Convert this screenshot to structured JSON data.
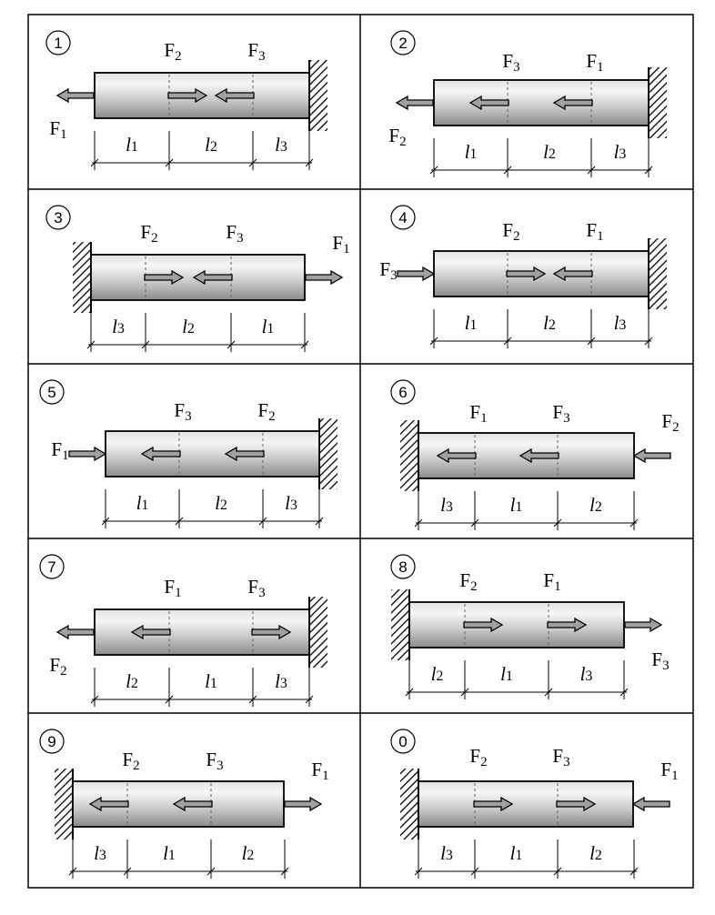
{
  "colors": {
    "line": "#000000",
    "bar_edge": "#e6e6e6",
    "bar_mid": "#f3f3f3",
    "bar_dark": "#8d8d8d",
    "arrow_fill": "#9a9a9a"
  },
  "panels": [
    {
      "number": "1",
      "wall": "right",
      "forces": [
        {
          "name": "F",
          "index": "1",
          "dir": "left",
          "kind": "external"
        },
        {
          "name": "F",
          "index": "2",
          "dir": "right",
          "kind": "internal"
        },
        {
          "name": "F",
          "index": "3",
          "dir": "left",
          "kind": "internal"
        }
      ],
      "segments": [
        {
          "name": "l",
          "index": "1"
        },
        {
          "name": "l",
          "index": "2"
        },
        {
          "name": "l",
          "index": "3"
        }
      ]
    },
    {
      "number": "2",
      "wall": "right",
      "forces": [
        {
          "name": "F",
          "index": "2",
          "dir": "left",
          "kind": "external"
        },
        {
          "name": "F",
          "index": "3",
          "dir": "left",
          "kind": "internal"
        },
        {
          "name": "F",
          "index": "1",
          "dir": "left",
          "kind": "internal"
        }
      ],
      "segments": [
        {
          "name": "l",
          "index": "1"
        },
        {
          "name": "l",
          "index": "2"
        },
        {
          "name": "l",
          "index": "3"
        }
      ]
    },
    {
      "number": "3",
      "wall": "left",
      "forces": [
        {
          "name": "F",
          "index": "2",
          "dir": "right",
          "kind": "internal"
        },
        {
          "name": "F",
          "index": "3",
          "dir": "left",
          "kind": "internal"
        },
        {
          "name": "F",
          "index": "1",
          "dir": "right",
          "kind": "external"
        }
      ],
      "segments": [
        {
          "name": "l",
          "index": "3"
        },
        {
          "name": "l",
          "index": "2"
        },
        {
          "name": "l",
          "index": "1"
        }
      ]
    },
    {
      "number": "4",
      "wall": "right",
      "forces": [
        {
          "name": "F",
          "index": "3",
          "dir": "right",
          "kind": "external"
        },
        {
          "name": "F",
          "index": "2",
          "dir": "right",
          "kind": "internal"
        },
        {
          "name": "F",
          "index": "1",
          "dir": "left",
          "kind": "internal"
        }
      ],
      "segments": [
        {
          "name": "l",
          "index": "1"
        },
        {
          "name": "l",
          "index": "2"
        },
        {
          "name": "l",
          "index": "3"
        }
      ]
    },
    {
      "number": "5",
      "wall": "right",
      "forces": [
        {
          "name": "F",
          "index": "1",
          "dir": "right",
          "kind": "external"
        },
        {
          "name": "F",
          "index": "3",
          "dir": "left",
          "kind": "internal"
        },
        {
          "name": "F",
          "index": "2",
          "dir": "left",
          "kind": "internal"
        }
      ],
      "segments": [
        {
          "name": "l",
          "index": "1"
        },
        {
          "name": "l",
          "index": "2"
        },
        {
          "name": "l",
          "index": "3"
        }
      ]
    },
    {
      "number": "6",
      "wall": "left",
      "forces": [
        {
          "name": "F",
          "index": "1",
          "dir": "left",
          "kind": "internal"
        },
        {
          "name": "F",
          "index": "3",
          "dir": "left",
          "kind": "internal"
        },
        {
          "name": "F",
          "index": "2",
          "dir": "left",
          "kind": "external"
        }
      ],
      "segments": [
        {
          "name": "l",
          "index": "3"
        },
        {
          "name": "l",
          "index": "1"
        },
        {
          "name": "l",
          "index": "2"
        }
      ]
    },
    {
      "number": "7",
      "wall": "right",
      "forces": [
        {
          "name": "F",
          "index": "2",
          "dir": "left",
          "kind": "external"
        },
        {
          "name": "F",
          "index": "1",
          "dir": "left",
          "kind": "internal"
        },
        {
          "name": "F",
          "index": "3",
          "dir": "right",
          "kind": "internal"
        }
      ],
      "segments": [
        {
          "name": "l",
          "index": "2"
        },
        {
          "name": "l",
          "index": "1"
        },
        {
          "name": "l",
          "index": "3"
        }
      ]
    },
    {
      "number": "8",
      "wall": "left",
      "forces": [
        {
          "name": "F",
          "index": "2",
          "dir": "right",
          "kind": "internal"
        },
        {
          "name": "F",
          "index": "1",
          "dir": "right",
          "kind": "internal"
        },
        {
          "name": "F",
          "index": "3",
          "dir": "right",
          "kind": "external"
        }
      ],
      "segments": [
        {
          "name": "l",
          "index": "2"
        },
        {
          "name": "l",
          "index": "1"
        },
        {
          "name": "l",
          "index": "3"
        }
      ]
    },
    {
      "number": "9",
      "wall": "left",
      "forces": [
        {
          "name": "F",
          "index": "2",
          "dir": "left",
          "kind": "internal"
        },
        {
          "name": "F",
          "index": "3",
          "dir": "left",
          "kind": "internal"
        },
        {
          "name": "F",
          "index": "1",
          "dir": "right",
          "kind": "external"
        }
      ],
      "segments": [
        {
          "name": "l",
          "index": "3"
        },
        {
          "name": "l",
          "index": "1"
        },
        {
          "name": "l",
          "index": "2"
        }
      ]
    },
    {
      "number": "0",
      "wall": "left",
      "forces": [
        {
          "name": "F",
          "index": "2",
          "dir": "right",
          "kind": "internal"
        },
        {
          "name": "F",
          "index": "3",
          "dir": "right",
          "kind": "internal"
        },
        {
          "name": "F",
          "index": "1",
          "dir": "left",
          "kind": "external"
        }
      ],
      "segments": [
        {
          "name": "l",
          "index": "3"
        },
        {
          "name": "l",
          "index": "1"
        },
        {
          "name": "l",
          "index": "2"
        }
      ]
    }
  ]
}
